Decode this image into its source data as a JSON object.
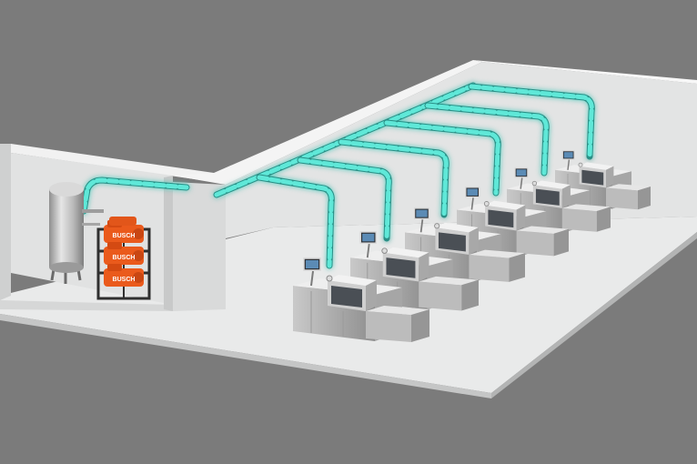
{
  "scene": {
    "background": "#7b7b7b",
    "floor_color": "#e9eaea",
    "wall_color": "#dcdddd",
    "pipe_glow_color": "#5fe8d8",
    "pump_color": "#ea5a1c"
  },
  "vacuum_system": {
    "receiver_tank": "vertical-tank",
    "pumps": [
      {
        "brand_text": "BUSCH"
      },
      {
        "brand_text": "BUSCH"
      },
      {
        "brand_text": "BUSCH"
      }
    ]
  },
  "packaging_line": {
    "machines": [
      {
        "id": "machine-1",
        "hmi": "touch-screen-icon"
      },
      {
        "id": "machine-2",
        "hmi": "touch-screen-icon"
      },
      {
        "id": "machine-3",
        "hmi": "touch-screen-icon"
      },
      {
        "id": "machine-4",
        "hmi": "touch-screen-icon"
      },
      {
        "id": "machine-5",
        "hmi": "touch-screen-icon"
      },
      {
        "id": "machine-6",
        "hmi": "touch-screen-icon"
      }
    ]
  }
}
